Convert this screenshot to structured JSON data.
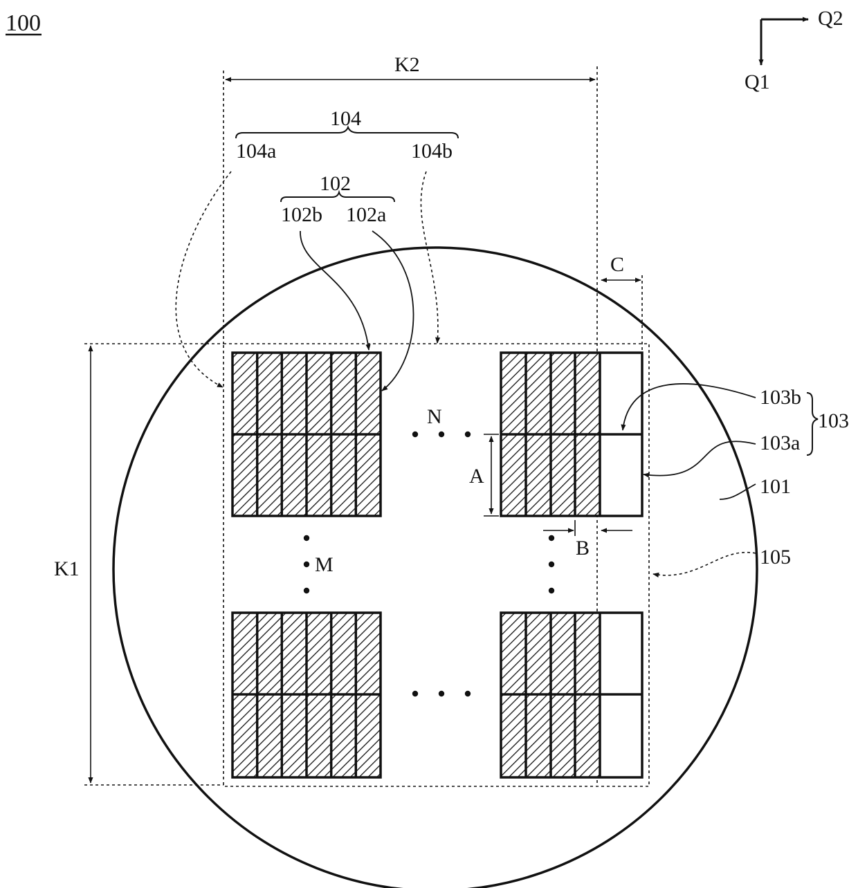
{
  "labels": {
    "figure_number": "100",
    "q1": "Q1",
    "q2": "Q2",
    "k1": "K1",
    "k2": "K2",
    "l104": "104",
    "l104a": "104a",
    "l104b": "104b",
    "l102": "102",
    "l102a": "102a",
    "l102b": "102b",
    "l103": "103",
    "l103a": "103a",
    "l103b": "103b",
    "l101": "101",
    "l105": "105",
    "dimA": "A",
    "dimB": "B",
    "dimC": "C",
    "N": "N",
    "M": "M"
  },
  "colors": {
    "ink": "#111111",
    "background": "#ffffff"
  }
}
